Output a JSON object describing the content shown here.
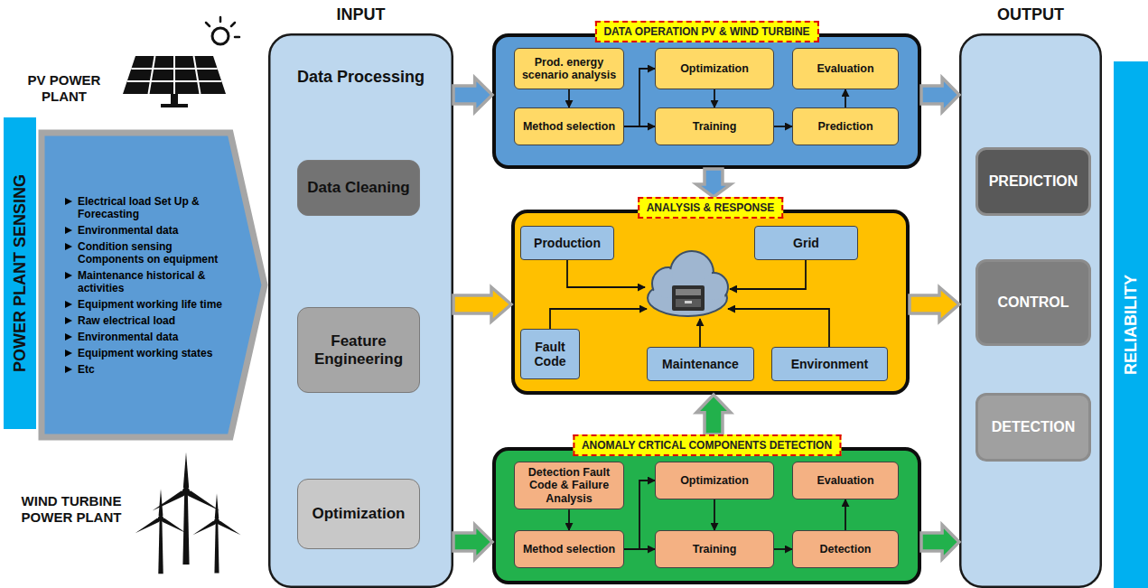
{
  "diagram": {
    "nodes": [
      {
        "text": [
          "POWER PLANT SENSING"
        ]
      },
      {
        "text": [
          "Electrical load Set Up & Forecasting",
          "Environmental data",
          "Condition sensing Components on equipment",
          "Maintenance historical & activities",
          "Equipment working life time",
          "Raw electrical load",
          "Environmental data",
          "Equipment working states",
          "Etc"
        ]
      },
      {
        "text": [
          "INPUT",
          "Data Processing"
        ]
      },
      {
        "text": [
          "Data Cleaning"
        ],
        "in": 2
      },
      {
        "text": [
          "Feature Engineering"
        ],
        "in": 2
      },
      {
        "text": [
          "Optimization"
        ],
        "in": 2
      },
      {
        "text": [
          "DATA OPERATION PV & WIND TURBINE"
        ]
      },
      {
        "text": [
          "Prod. energy scenario analysis"
        ],
        "in": 6
      },
      {
        "text": [
          "Method selection"
        ],
        "in": 6
      },
      {
        "text": [
          "Optimization"
        ],
        "in": 6
      },
      {
        "text": [
          "Training"
        ],
        "in": 6
      },
      {
        "text": [
          "Evaluation"
        ],
        "in": 6
      },
      {
        "text": [
          "Prediction"
        ],
        "in": 6
      },
      {
        "text": [
          "ANALYSIS & RESPONSE"
        ]
      },
      {
        "text": [
          "Production"
        ],
        "in": 13
      },
      {
        "text": [
          "Grid"
        ],
        "in": 13
      },
      {
        "text": [
          "Fault Code"
        ],
        "in": 13
      },
      {
        "text": [
          "Maintenance"
        ],
        "in": 13
      },
      {
        "text": [
          "Environment"
        ],
        "in": 13
      },
      {
        "text": [
          "ANOMALY CRTICAL COMPONENTS DETECTION"
        ]
      },
      {
        "text": [
          "Detection Fault Code & Failure Analysis"
        ],
        "in": 19
      },
      {
        "text": [
          "Method selection"
        ],
        "in": 19
      },
      {
        "text": [
          "Optimization"
        ],
        "in": 19
      },
      {
        "text": [
          "Training"
        ],
        "in": 19
      },
      {
        "text": [
          "Evaluation"
        ],
        "in": 19
      },
      {
        "text": [
          "Detection"
        ],
        "in": 19
      },
      {
        "text": [
          "OUTPUT"
        ]
      },
      {
        "text": [
          "PREDICTION"
        ],
        "in": 26
      },
      {
        "text": [
          "CONTROL"
        ],
        "in": 26
      },
      {
        "text": [
          "DETECTION"
        ],
        "in": 26
      },
      {
        "text": [
          "RELIABILITY"
        ]
      }
    ],
    "edges": [
      {
        "from": 2,
        "to": 6,
        "arrow": "to"
      },
      {
        "from": 2,
        "to": 13,
        "arrow": "to"
      },
      {
        "from": 2,
        "to": 19,
        "arrow": "to"
      },
      {
        "from": 6,
        "to": 26,
        "arrow": "to"
      },
      {
        "from": 13,
        "to": 26,
        "arrow": "to"
      },
      {
        "from": 19,
        "to": 26,
        "arrow": "to"
      },
      {
        "from": 6,
        "to": 13,
        "arrow": "to"
      },
      {
        "from": 19,
        "to": 13,
        "arrow": "to"
      },
      {
        "from": 7,
        "to": 8,
        "arrow": "to"
      },
      {
        "from": 8,
        "to": 9,
        "arrow": "to"
      },
      {
        "from": 8,
        "to": 10,
        "arrow": "to"
      },
      {
        "from": 9,
        "to": 10,
        "arrow": "to"
      },
      {
        "from": 10,
        "to": 12,
        "arrow": "to"
      },
      {
        "from": 12,
        "to": 11,
        "arrow": "to"
      },
      {
        "from": 20,
        "to": 21,
        "arrow": "to"
      },
      {
        "from": 21,
        "to": 22,
        "arrow": "to"
      },
      {
        "from": 21,
        "to": 23,
        "arrow": "to"
      },
      {
        "from": 22,
        "to": 23,
        "arrow": "to"
      },
      {
        "from": 23,
        "to": 25,
        "arrow": "to"
      },
      {
        "from": 25,
        "to": 24,
        "arrow": "to"
      }
    ],
    "labels": [
      "PV POWER PLANT",
      "WIND TURBINE POWER PLANT"
    ]
  }
}
